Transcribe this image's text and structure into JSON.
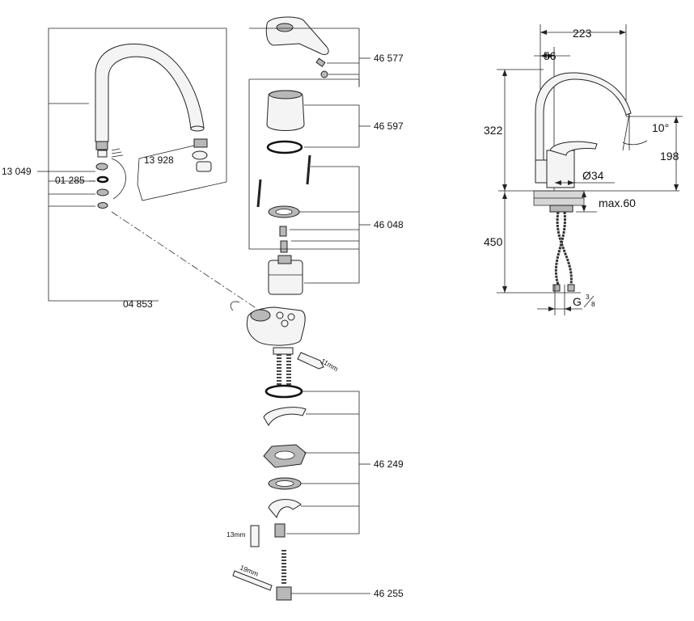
{
  "parts": [
    {
      "key": "p13049",
      "number": "13 049"
    },
    {
      "key": "p01285",
      "number": "01 285"
    },
    {
      "key": "p13928",
      "number": "13 928"
    },
    {
      "key": "p04853",
      "number": "04 853"
    },
    {
      "key": "p46577",
      "number": "46 577"
    },
    {
      "key": "p46597",
      "number": "46 597"
    },
    {
      "key": "p46048",
      "number": "46 048"
    },
    {
      "key": "p46249",
      "number": "46 249"
    },
    {
      "key": "p46255",
      "number": "46 255"
    }
  ],
  "tools": {
    "wrench_11": "11mm",
    "wrench_13": "13mm",
    "wrench_19": "19mm"
  },
  "dimensions": {
    "width_total": "223",
    "width_spout": "56",
    "height_total": "322",
    "height_spout": "198",
    "spout_angle": "10°",
    "hole_diameter": "Ø34",
    "max_thickness": "max.60",
    "hose_length": "450",
    "connection_prefix": "G",
    "connection_num": "3",
    "connection_den": "8"
  }
}
